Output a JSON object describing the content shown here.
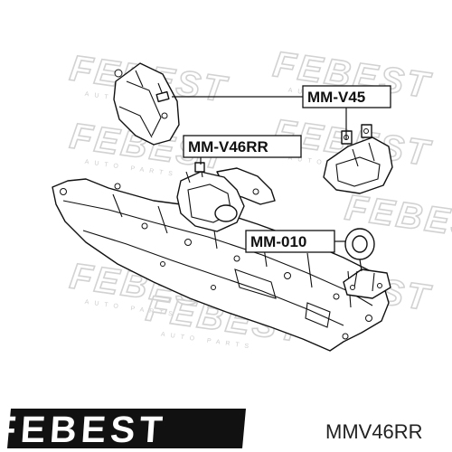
{
  "watermark": {
    "brand": "FEBEST",
    "sub": "AUTO PARTS"
  },
  "callouts": {
    "mm_v45": "MM-V45",
    "mm_v46rr": "MM-V46RR",
    "mm_010": "MM-010"
  },
  "footer": {
    "logo_text": "FEBEST",
    "part_number": "MMV46RR"
  }
}
